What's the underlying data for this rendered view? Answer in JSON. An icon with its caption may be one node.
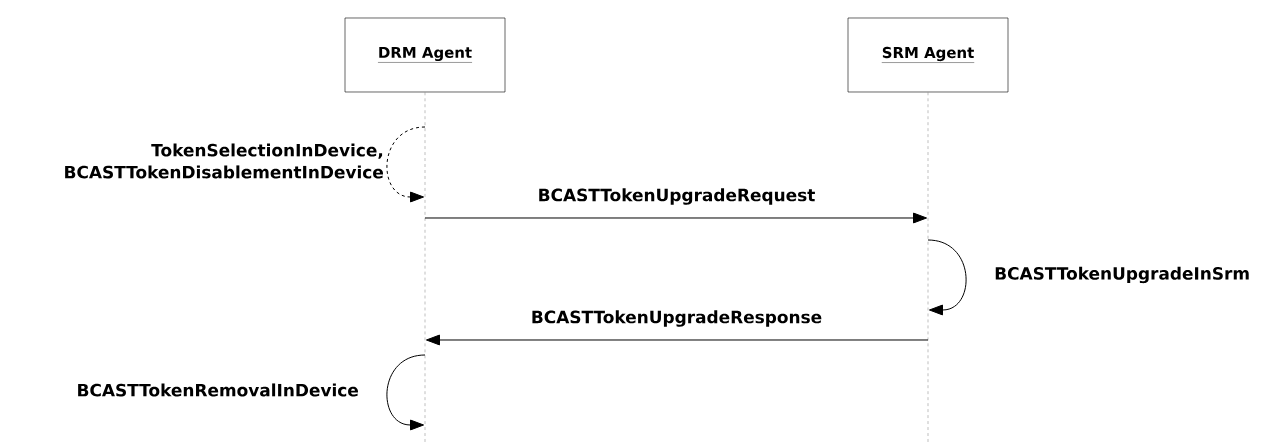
{
  "diagram": {
    "nodes": [
      {
        "text": [
          "DRM Agent"
        ]
      },
      {
        "text": [
          "SRM Agent"
        ]
      }
    ],
    "edges": [
      {
        "from": 0,
        "to": 0,
        "arrow": "to",
        "style": "dashed",
        "label": "TokenSelectionInDevice, BCASTTokenDisablementInDevice"
      },
      {
        "from": 0,
        "to": 1,
        "arrow": "to",
        "label": "BCASTTokenUpgradeRequest"
      },
      {
        "from": 1,
        "to": 1,
        "arrow": "to",
        "label": "BCASTTokenUpgradeInSrm"
      },
      {
        "from": 1,
        "to": 0,
        "arrow": "to",
        "label": "BCASTTokenUpgradeResponse"
      },
      {
        "from": 0,
        "to": 0,
        "arrow": "to",
        "label": "BCASTTokenRemovalInDevice"
      }
    ]
  }
}
